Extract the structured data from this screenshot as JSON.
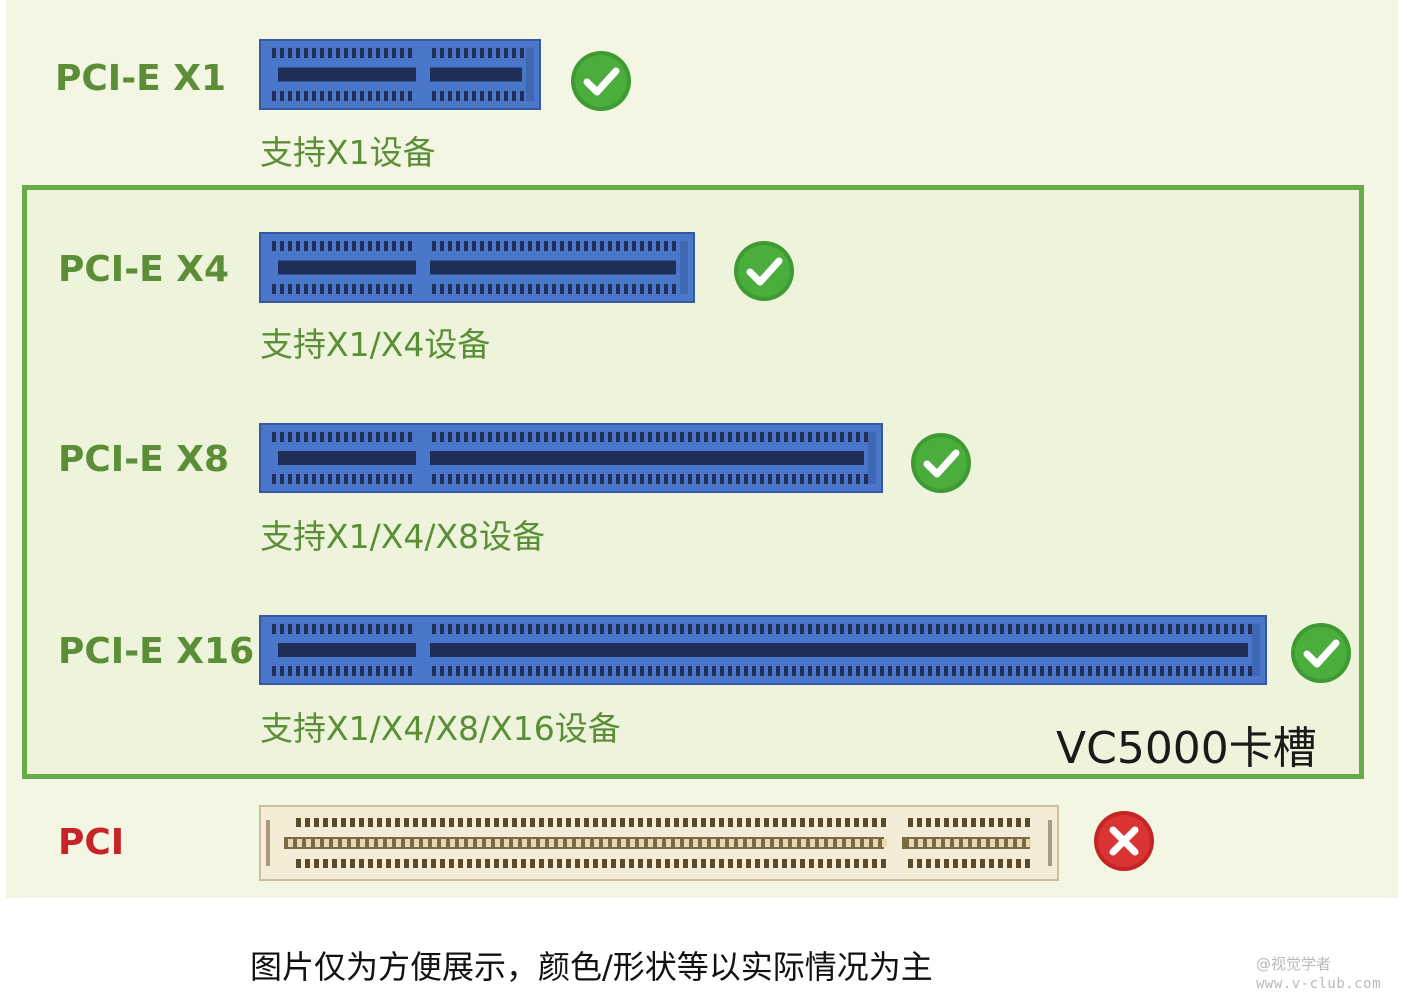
{
  "slots": [
    {
      "name": "PCI-E X1",
      "support": "支持X1设备",
      "status": "supported"
    },
    {
      "name": "PCI-E X4",
      "support": "支持X1/X4设备",
      "status": "supported"
    },
    {
      "name": "PCI-E X8",
      "support": "支持X1/X4/X8设备",
      "status": "supported"
    },
    {
      "name": "PCI-E X16",
      "support": "支持X1/X4/X8/X16设备",
      "status": "supported"
    },
    {
      "name": "PCI",
      "support": "",
      "status": "unsupported"
    }
  ],
  "group_label": "VC5000卡槽",
  "footnote": "图片仅为方便展示，颜色/形状等以实际情况为主",
  "watermark": {
    "line1": "@视觉学者",
    "line2": "www.v-club.com"
  },
  "colors": {
    "slot_blue": "#4a77c9",
    "slot_dark": "#1f2f5a",
    "pci_slot": "#f4ecd6",
    "pci_pin": "#5a4a2a",
    "label_green": "#5b8e36",
    "label_red": "#c8232a",
    "check_green": "#3e9a32",
    "cross_red": "#d32b2b",
    "group_border": "#67ab49"
  },
  "icons": {
    "supported": "check-circle-icon",
    "unsupported": "cross-circle-icon"
  }
}
